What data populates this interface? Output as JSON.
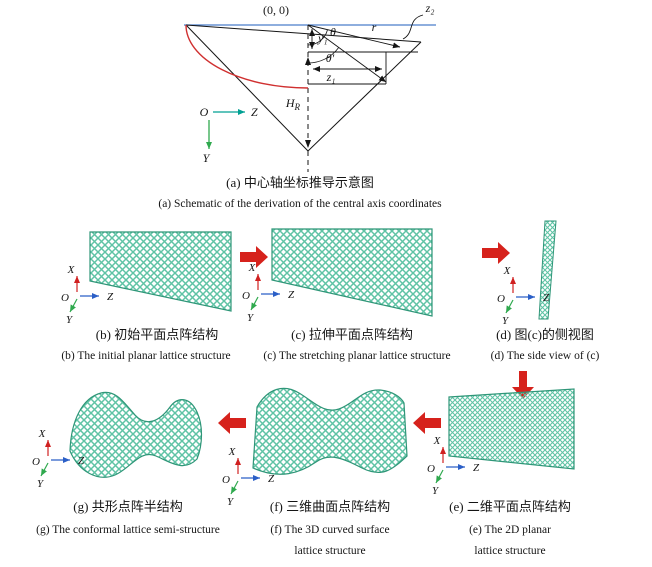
{
  "colors": {
    "lattice": "#5fc3a5",
    "lattice_edge": "#2f9678",
    "arrow_red": "#d6221c",
    "ref_line_blue": "#4a7dc9",
    "arc_red": "#d03030",
    "axis_x_red": "#d02020",
    "axis_y_green": "#2fa94e",
    "axis_z_blue": "#2b5fc7",
    "axis_z_teal": "#00a093"
  },
  "axes": {
    "x": "X",
    "y": "Y",
    "z": "Z",
    "o": "O"
  },
  "schematic": {
    "origin_point": "(0, 0)",
    "z2": "z₂",
    "y1": "y₁",
    "theta": "θ",
    "r": "r",
    "theta_prime": "θ′",
    "z1": "z₁",
    "h_base": "H",
    "h_sub": "R"
  },
  "captions": {
    "a_zh": "(a) 中心轴坐标推导示意图",
    "a_en": "(a) Schematic of the derivation of the central axis coordinates",
    "b_zh": "(b) 初始平面点阵结构",
    "b_en": "(b) The initial planar lattice structure",
    "c_zh": "(c) 拉伸平面点阵结构",
    "c_en": "(c) The stretching planar lattice structure",
    "d_zh": "(d) 图(c)的侧视图",
    "d_en": "(d) The side view of (c)",
    "e_zh": "(e) 二维平面点阵结构",
    "e_en_line1": "(e) The 2D planar",
    "e_en_line2": "lattice structure",
    "f_zh": "(f) 三维曲面点阵结构",
    "f_en_line1": "(f) The 3D curved surface",
    "f_en_line2": "lattice structure",
    "g_zh": "(g) 共形点阵半结构",
    "g_en": "(g) The conformal lattice semi-structure"
  }
}
